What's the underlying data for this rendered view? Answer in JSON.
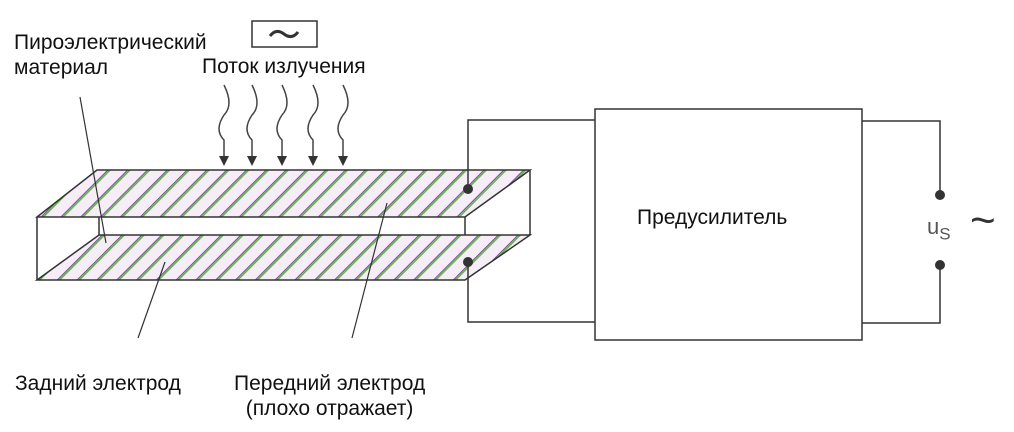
{
  "labels": {
    "pyro_line1": "Пироэлектрический",
    "pyro_line2": "материал",
    "radiation_flux": "Поток излучения",
    "preamplifier": "Предусилитель",
    "back_electrode": "Задний электрод",
    "front_electrode_line1": "Передний электрод",
    "front_electrode_line2": "(плохо отражает)",
    "output_voltage": "u",
    "output_voltage_sub": "S",
    "ac_symbol": "~",
    "chopper_symbol": "~"
  },
  "colors": {
    "line": "#333333",
    "hatch_green": "#44bb22",
    "hatch_purple": "#9933cc",
    "fill": "#f6eef6"
  }
}
